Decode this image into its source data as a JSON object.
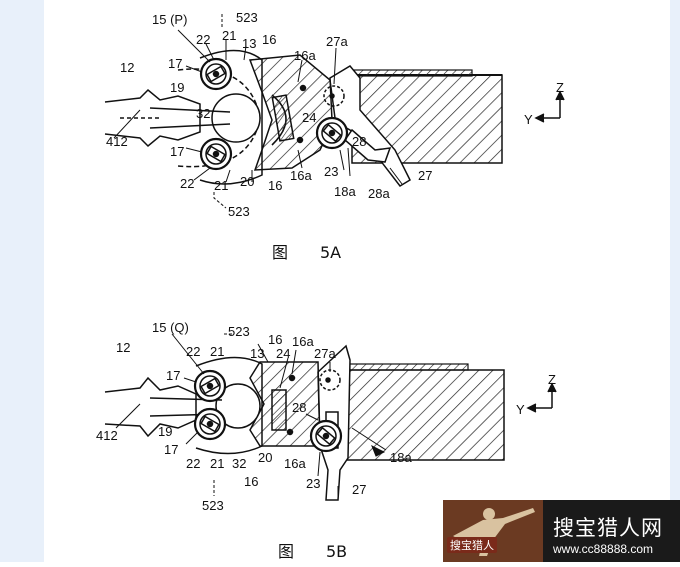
{
  "figures": [
    {
      "caption": "图　　5A",
      "labels": {
        "l15": "15 (P)",
        "l523t": "523",
        "l22": "22",
        "l21": "21",
        "l13": "13",
        "l16t": "16",
        "l17a": "17",
        "l12": "12",
        "l19": "19",
        "l32": "32",
        "l412": "412",
        "l16a1": "16a",
        "l27a": "27a",
        "l24": "24",
        "l28": "28",
        "l17b": "17",
        "l22b": "22",
        "l21b": "21",
        "l20": "20",
        "l16b": "16",
        "l16a2": "16a",
        "l23": "23",
        "l18a": "18a",
        "l28a": "28a",
        "l27": "27",
        "l523b": "523",
        "ax_z": "Z",
        "ax_y": "Y"
      }
    },
    {
      "caption": "图　　5B",
      "labels": {
        "l15": "15 (Q)",
        "l523t": "523",
        "l16t": "16",
        "l16a1": "16a",
        "l22": "22",
        "l21": "21",
        "l13": "13",
        "l24": "24",
        "l27a": "27a",
        "l12": "12",
        "l17a": "17",
        "l28": "28",
        "l412": "412",
        "l19": "19",
        "l17b": "17",
        "l18a": "18a",
        "l22b": "22",
        "l21b": "21",
        "l32": "32",
        "l20": "20",
        "l16a2": "16a",
        "l16b": "16",
        "l23": "23",
        "l27": "27",
        "l523b": "523",
        "ax_z": "Z",
        "ax_y": "Y"
      }
    }
  ],
  "watermark": {
    "title": "搜宝猎人网",
    "url": "www.cc88888.com",
    "badge": "搜宝猎人"
  }
}
